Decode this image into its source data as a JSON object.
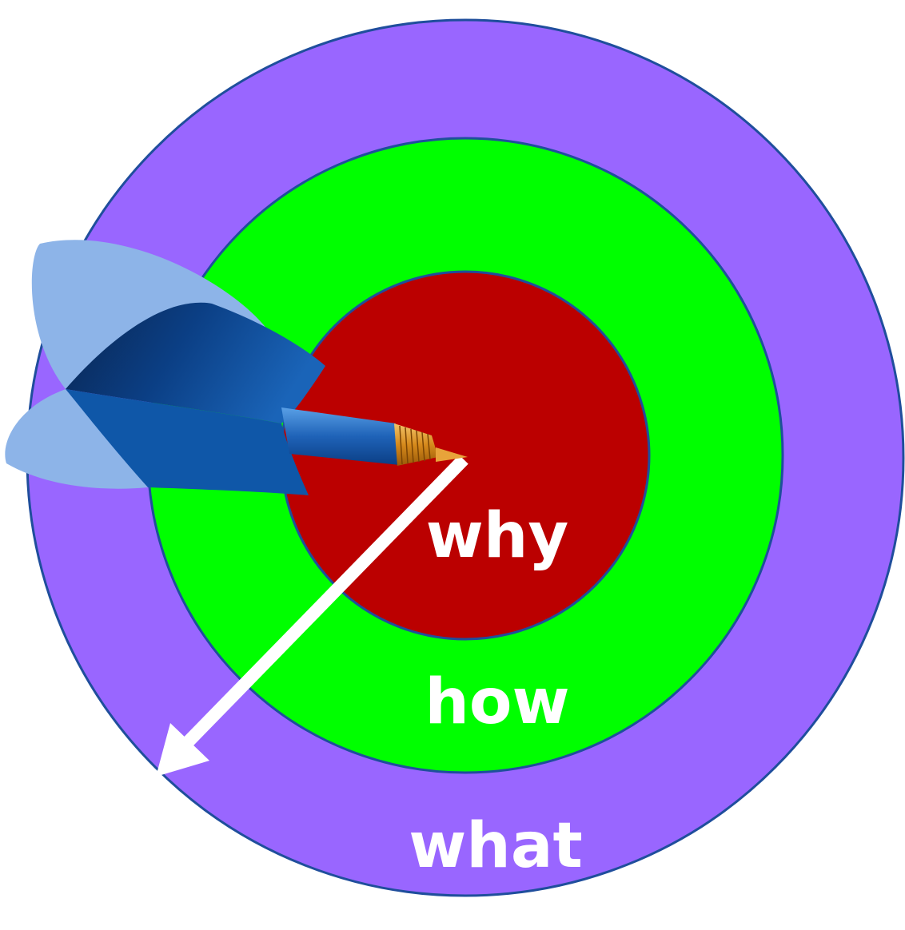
{
  "rings": {
    "outer": {
      "label": "what",
      "color": "#9966ff"
    },
    "middle": {
      "label": "how",
      "color": "#00ff00"
    },
    "inner": {
      "label": "why",
      "color": "#bb0000"
    },
    "border_color": "#1f4e9c"
  },
  "dart": {
    "icon": "dart-icon",
    "flight_light_color": "#8db4e8",
    "flight_dark_color": "#0b3f85",
    "barrel_color": "#1f63b8",
    "tip_color": "#e8a33a"
  },
  "arrow": {
    "icon": "arrow-down-left-icon",
    "color": "#ffffff"
  }
}
